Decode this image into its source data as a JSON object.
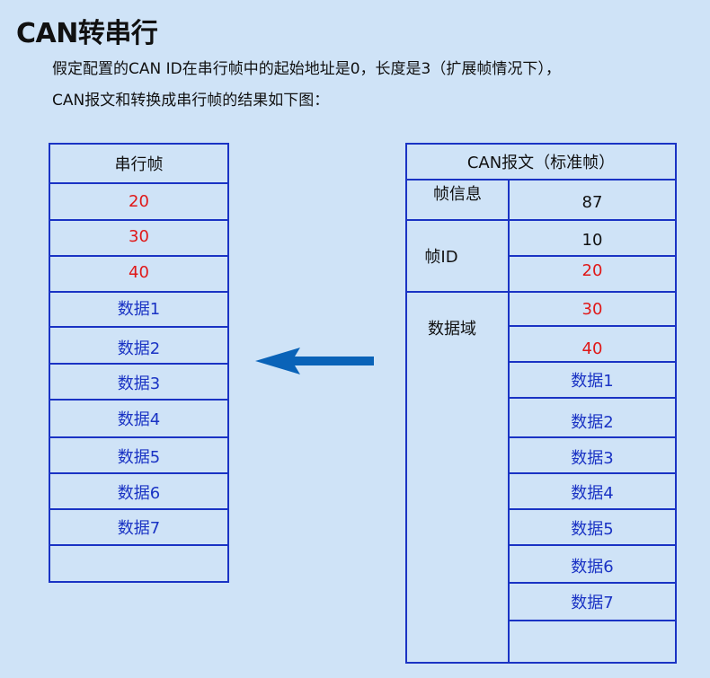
{
  "title": "CAN转串行",
  "description": {
    "line1": "假定配置的CAN ID在串行帧中的起始地址是0，长度是3（扩展帧情况下），",
    "line2": "CAN报文和转换成串行帧的结果如下图："
  },
  "serial_frame": {
    "header": "串行帧",
    "rows": [
      "20",
      "30",
      "40",
      "数据1",
      "数据2",
      "数据3",
      "数据4",
      "数据5",
      "数据6",
      "数据7",
      ""
    ]
  },
  "can_frame": {
    "header": "CAN报文（标准帧）",
    "frame_info_label": "帧信息",
    "frame_info_value": "87",
    "frame_id_label": "帧ID",
    "frame_id_values": [
      "10",
      "20"
    ],
    "data_field_label": "数据域",
    "data_values": [
      "30",
      "40",
      "数据1",
      "数据2",
      "数据3",
      "数据4",
      "数据5",
      "数据6",
      "数据7",
      ""
    ]
  },
  "colors": {
    "background": "#cfe3f7",
    "border": "#1a33c4",
    "highlight": "#e01818",
    "data_text": "#1a33c4",
    "arrow": "#0a63b8"
  },
  "arrow_direction": "left"
}
